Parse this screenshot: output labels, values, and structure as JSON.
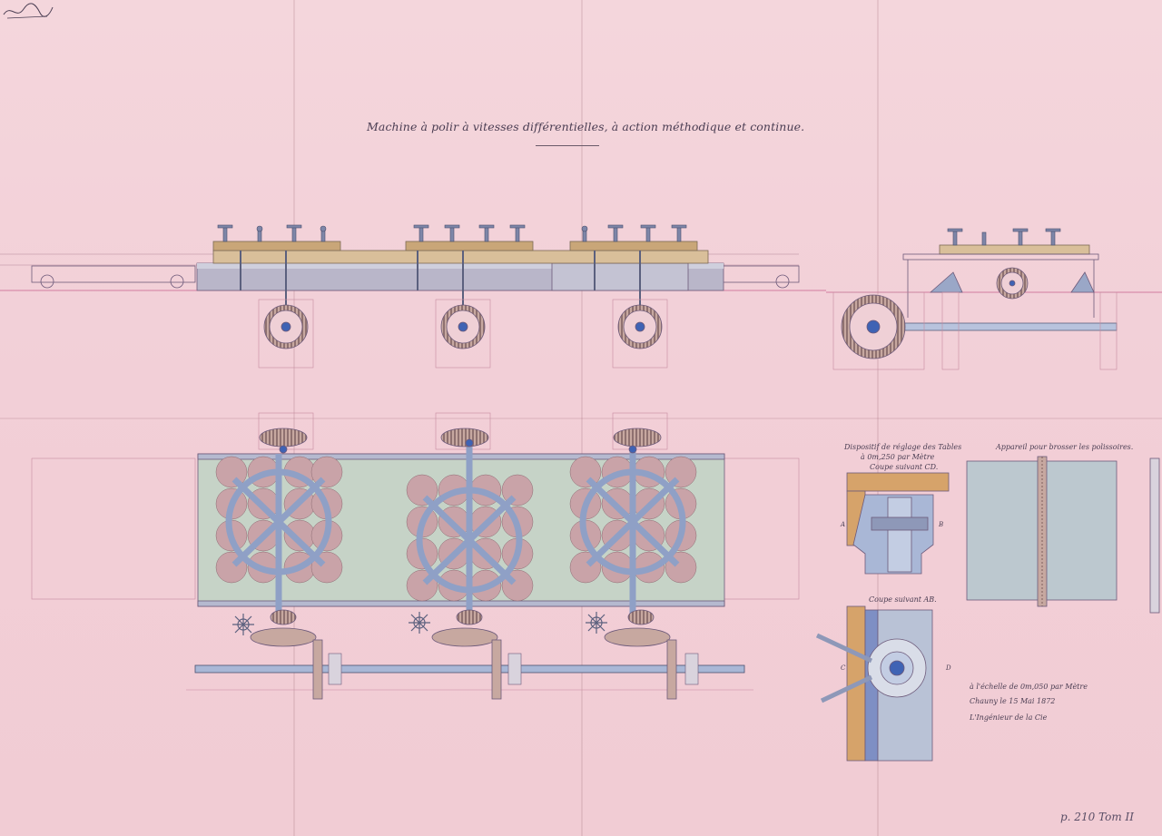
{
  "title": "Machine à polir à vitesses différentielles, à action méthodique et continue.",
  "detail_table_adjust": {
    "heading_line1": "Dispositif de réglage des Tables",
    "heading_line2": "à 0m,250 par Mètre",
    "section": "Coupe suivant CD."
  },
  "detail_polisher": {
    "heading": "Appareil pour brosser les polissoires."
  },
  "section_ab": "Coupe suivant AB.",
  "letters": {
    "a": "A",
    "b": "B",
    "c": "C",
    "d": "D"
  },
  "scale_note": "à l'échelle de 0m,050 par Mètre",
  "place_date": "Chauny le 15 Mai 1872",
  "signatory": "L'Ingénieur de la Cie",
  "page_ref": "p. 210  Tom II",
  "colors": {
    "paper": "#f3d3d9",
    "ink": "#4a3d52",
    "steel_blue": "#a9b7d6",
    "brass": "#c9a678",
    "wood": "#d6a36a",
    "table_green": "#c9d6c8",
    "polisher_mauve": "#c9a3a8"
  }
}
